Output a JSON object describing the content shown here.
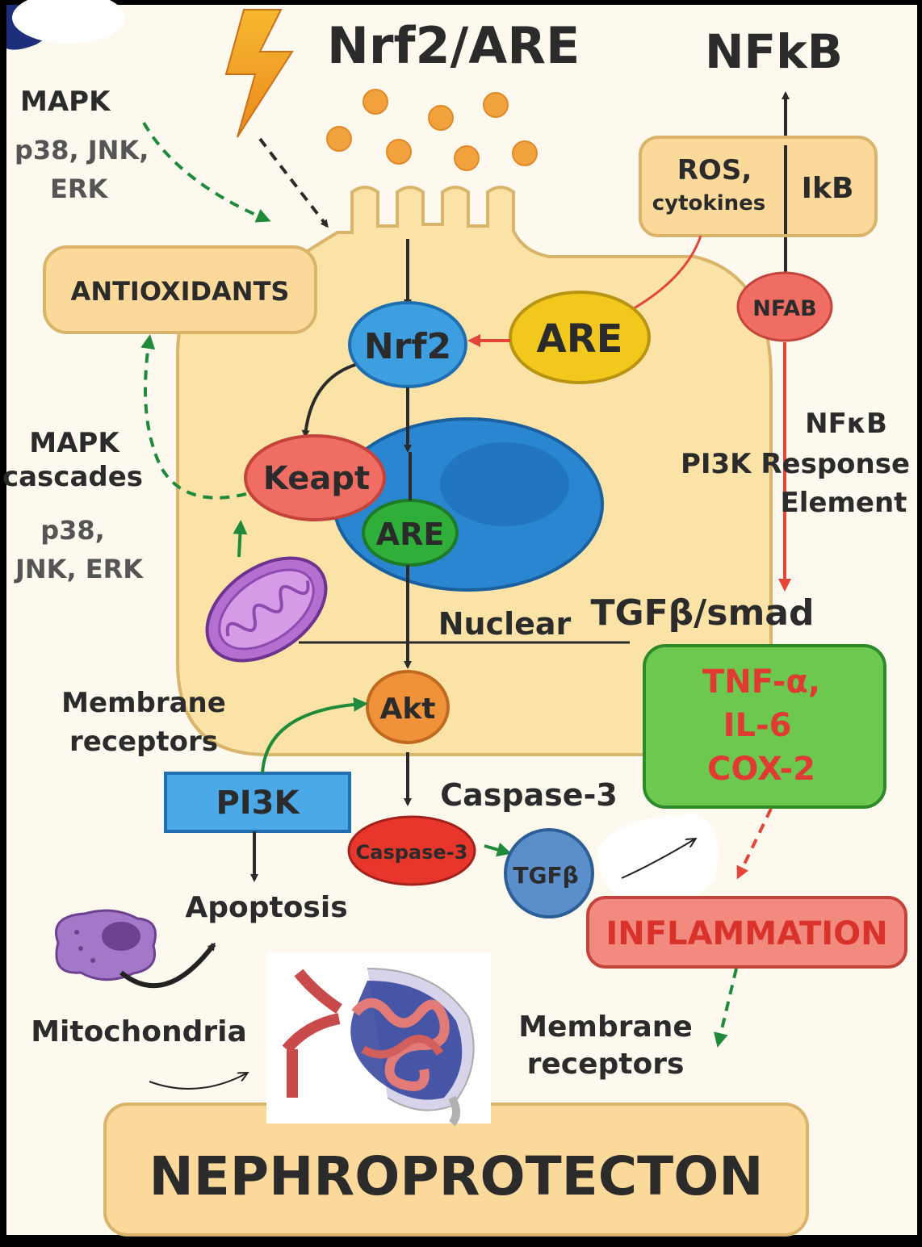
{
  "title": "Nrf2/ARE",
  "nfkb_title": "NFkB",
  "left": {
    "mapk_top": "MAPK",
    "mapk_top_sub1": "p38, JNK,",
    "mapk_top_sub2": "ERK",
    "antioxidants": "ANTIOXIDANTS",
    "mapk_cascades1": "MAPK",
    "mapk_cascades2": "cascades",
    "mapk_mid_sub1": "p38,",
    "mapk_mid_sub2": "JNK, ERK",
    "membrane_receptors1": "Membrane",
    "membrane_receptors2": "receptors",
    "pi3k": "PI3K",
    "apoptosis": "Apoptosis",
    "mitochondria": "Mitochondria"
  },
  "cell": {
    "nrf2": "Nrf2",
    "are_outer": "ARE",
    "keapt": "Keapt",
    "are_nucleus": "ARE",
    "nuclear": "Nuclear",
    "akt": "Akt"
  },
  "right": {
    "ros1": "ROS,",
    "ros2": "cytokines",
    "ikb": "IkB",
    "nfab": "NFAB",
    "response1": "NFκB",
    "response2": "PI3K Response",
    "response3": "Element",
    "tgf_smad": "TGFβ/smad",
    "cytokine1": "TNF-α,",
    "cytokine2": "IL-6",
    "cytokine3": "COX-2",
    "inflammation": "INFLAMMATION",
    "membrane_receptors1": "Membrane",
    "membrane_receptors2": "receptors"
  },
  "bottom": {
    "caspase_header": "Caspase-3",
    "caspase_node": "Caspase-3",
    "tgfb_node": "TGFβ",
    "nephro": "NEPHROPROTECTON"
  },
  "colors": {
    "background": "#fdf9ee",
    "cell_fill": "#fbe3a8",
    "cell_stroke": "#d9b46a",
    "nrf2": "#3d9ee0",
    "are_yellow": "#f2c81c",
    "keapt": "#f06d64",
    "nucleus": "#2a86d0",
    "are_green": "#2fae3a",
    "akt": "#f0923a",
    "pi3k": "#4aa9e6",
    "caspase": "#e8362d",
    "tgfb": "#5b8fcc",
    "cytokine_box": "#6cc84f",
    "cytokine_text": "#e03a32",
    "inflammation_box": "#f28a80",
    "inflammation_text": "#d8322b",
    "arrow_green": "#1f8a3a",
    "arrow_red": "#e4453a",
    "text_dark": "#2b2b2b"
  }
}
